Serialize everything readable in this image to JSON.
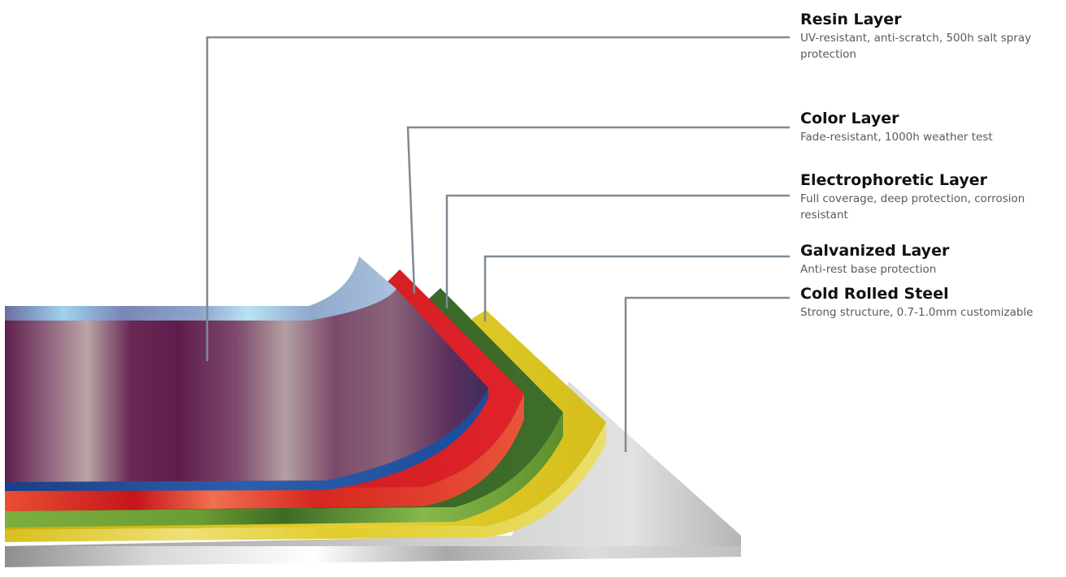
{
  "layers": [
    {
      "key": "resin",
      "title": "Resin Layer",
      "description": "UV-resistant, anti-scratch, 500h salt spray protection"
    },
    {
      "key": "color",
      "title": "Color Layer",
      "description": "Fade-resistant, 1000h weather test"
    },
    {
      "key": "electrophoretic",
      "title": "Electrophoretic Layer",
      "description": "Full coverage, deep protection, corrosion resistant"
    },
    {
      "key": "galvanized",
      "title": "Galvanized Layer",
      "description": "Anti-rest base protection"
    },
    {
      "key": "steel",
      "title": "Cold Rolled Steel",
      "description": "Strong structure, 0.7-1.0mm customizable"
    }
  ],
  "colors": {
    "resin_top": "#8fb0d4",
    "resin_face": "#6b2a58",
    "color_layer": "#d42026",
    "color_edge": "#ea5a3a",
    "electrophoretic": "#3c6b2a",
    "electrophoretic_edge": "#7fb042",
    "galvanized": "#e2cb29",
    "galvanized_edge": "#e8dc60",
    "steel": "#a8a8a8",
    "blue_film": "#1f4f9a",
    "leader_line": "#7d8a96"
  }
}
